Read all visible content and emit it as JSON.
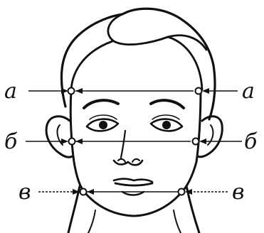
{
  "diagram": {
    "labels": {
      "row1_left": "a",
      "row1_right": "a",
      "row2_left": "б",
      "row2_right": "б",
      "row3_left": "в",
      "row3_right": "в"
    }
  }
}
